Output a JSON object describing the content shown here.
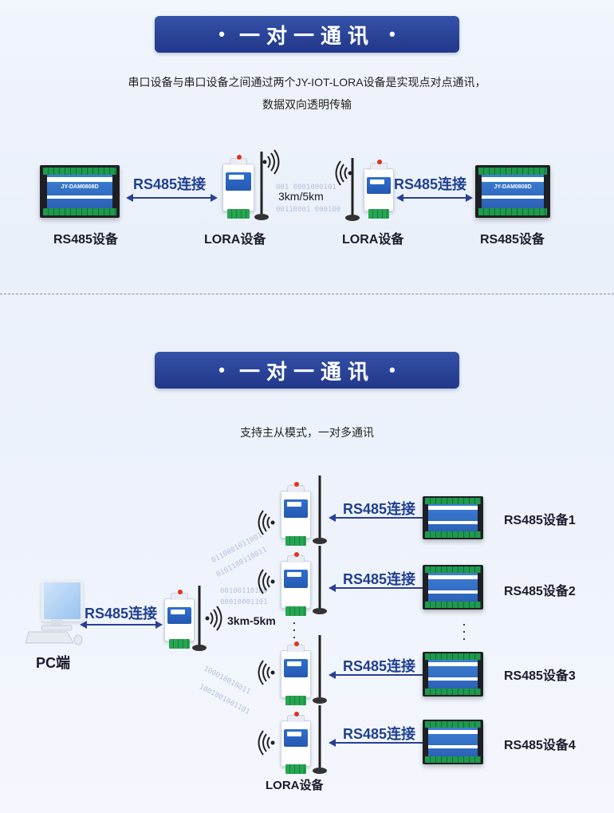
{
  "section1": {
    "banner": "一对一通讯",
    "desc_line1": "串口设备与串口设备之间通过两个JY-IOT-LORA设备是实现点对点通讯，",
    "desc_line2": "数据双向透明传输",
    "left_device_label": "RS485设备",
    "left_link_label": "RS485连接",
    "lora_left_label": "LORA设备",
    "distance": "3km/5km",
    "lora_right_label": "LORA设备",
    "right_link_label": "RS485连接",
    "right_device_label": "RS485设备",
    "device_model": "JY-DAM0808D"
  },
  "section2": {
    "banner": "一对一通讯",
    "desc": "支持主从模式，一对多通讯",
    "pc_label": "PC端",
    "pc_link_label": "RS485连接",
    "distance": "3km-5km",
    "lora_bottom_label": "LORA设备",
    "rows": [
      {
        "link_label": "RS485连接",
        "device_label": "RS485设备1"
      },
      {
        "link_label": "RS485连接",
        "device_label": "RS485设备2"
      },
      {
        "link_label": "RS485连接",
        "device_label": "RS485设备3"
      },
      {
        "link_label": "RS485连接",
        "device_label": "RS485设备4"
      }
    ]
  },
  "colors": {
    "banner": "#2a3f94",
    "link_text": "#1f3f8f",
    "arrow": "#2a3f94",
    "device_blue": "#2f6fd0",
    "terminal_green": "#1e9a4c"
  },
  "icons": [
    "bullet-dot-icon",
    "wifi-signal-icon",
    "antenna-icon",
    "arrow-icon",
    "pc-icon"
  ]
}
